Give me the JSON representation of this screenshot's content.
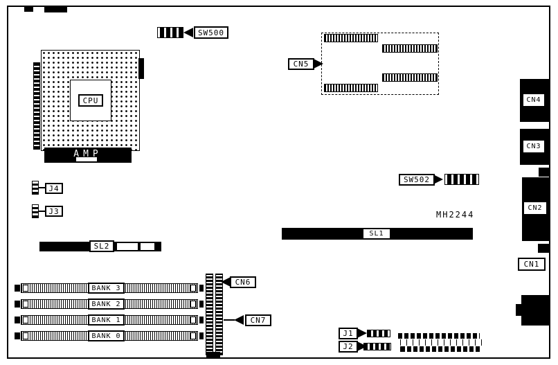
{
  "labels": {
    "sw500": "SW500",
    "sw502": "SW502",
    "cpu": "CPU",
    "amp": "AMP",
    "cn1": "CN1",
    "cn2": "CN2",
    "cn3": "CN3",
    "cn4": "CN4",
    "cn5": "CN5",
    "cn6": "CN6",
    "cn7": "CN7",
    "j1": "J1",
    "j2": "J2",
    "j3": "J3",
    "j4": "J4",
    "sl1": "SL1",
    "sl2": "SL2",
    "part_number": "MH2244",
    "banks": [
      "BANK 3",
      "BANK 2",
      "BANK 1",
      "BANK 0"
    ]
  }
}
